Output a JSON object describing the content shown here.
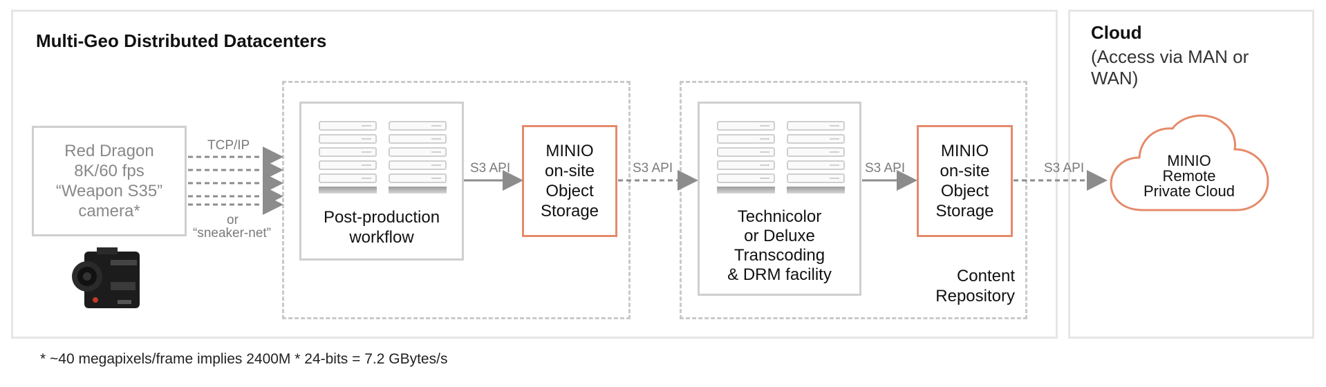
{
  "datacenters": {
    "title": "Multi-Geo Distributed Datacenters"
  },
  "cloud": {
    "title": "Cloud",
    "subtitle_line1": "(Access via MAN or",
    "subtitle_line2": "WAN)",
    "node_line1": "MINIO",
    "node_line2": "Remote",
    "node_line3": "Private Cloud"
  },
  "camera": {
    "line1": "Red Dragon",
    "line2": "8K/60 fps",
    "line3": "“Weapon S35”",
    "line4": "camera*",
    "icon": "cinema-camera-icon"
  },
  "links": {
    "tcpip": "TCP/IP",
    "or": "or",
    "sneakernet": "“sneaker-net”",
    "s3_1": "S3 API",
    "s3_2": "S3 API",
    "s3_3": "S3 API",
    "s3_4": "S3 API"
  },
  "post_production": {
    "line1": "Post-production",
    "line2": "workflow"
  },
  "minio_a": {
    "line1": "MINIO",
    "line2": "on-site",
    "line3": "Object",
    "line4": "Storage"
  },
  "technicolor": {
    "line1": "Technicolor",
    "line2": "or Deluxe",
    "line3": "Transcoding",
    "line4": "& DRM facility"
  },
  "minio_b": {
    "line1": "MINIO",
    "line2": "on-site",
    "line3": "Object",
    "line4": "Storage"
  },
  "content_repo": {
    "line1": "Content",
    "line2": "Repository"
  },
  "footnote": "* ~40 megapixels/frame implies 2400M * 24-bits = 7.2 GBytes/s",
  "colors": {
    "accent": "#e58a6a",
    "border": "#e6e6e6",
    "dashed": "#c9c9c9",
    "arrow": "#8c8c8c"
  }
}
